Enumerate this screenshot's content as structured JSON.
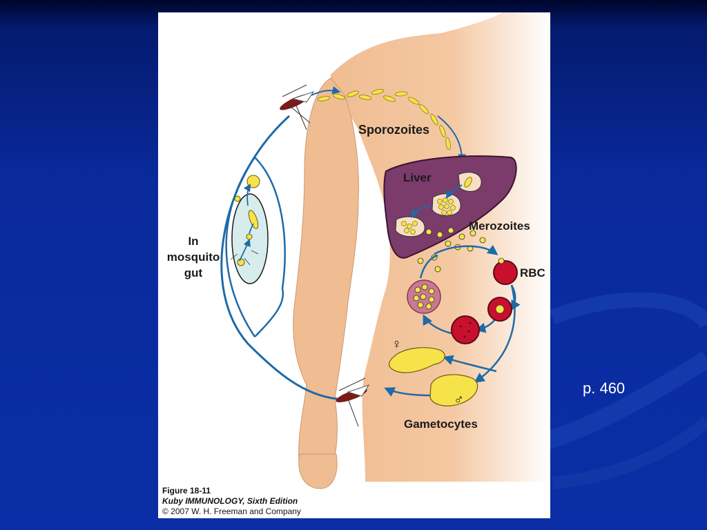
{
  "slide": {
    "page_reference": "p. 460",
    "colors": {
      "background": "#0b2ea6",
      "text": "#ffffff",
      "cycle_arrow": "#1e6aa8",
      "liver": "#7b3b6b",
      "rbc": "#c8102e",
      "skin": "#f2c39a"
    }
  },
  "figure": {
    "labels": {
      "sporozoites": "Sporozoites",
      "liver": "Liver",
      "merozoites": "Merozoites",
      "rbc": "RBC",
      "gametocytes": "Gametocytes",
      "mosquito_gut": "In\nmosquito\ngut",
      "female_symbol": "♀",
      "male_symbol": "♂"
    },
    "caption": {
      "figure_number": "Figure 18-11",
      "book_title": "Kuby IMMUNOLOGY, Sixth Edition",
      "copyright": "© 2007 W. H. Freeman and Company"
    }
  }
}
